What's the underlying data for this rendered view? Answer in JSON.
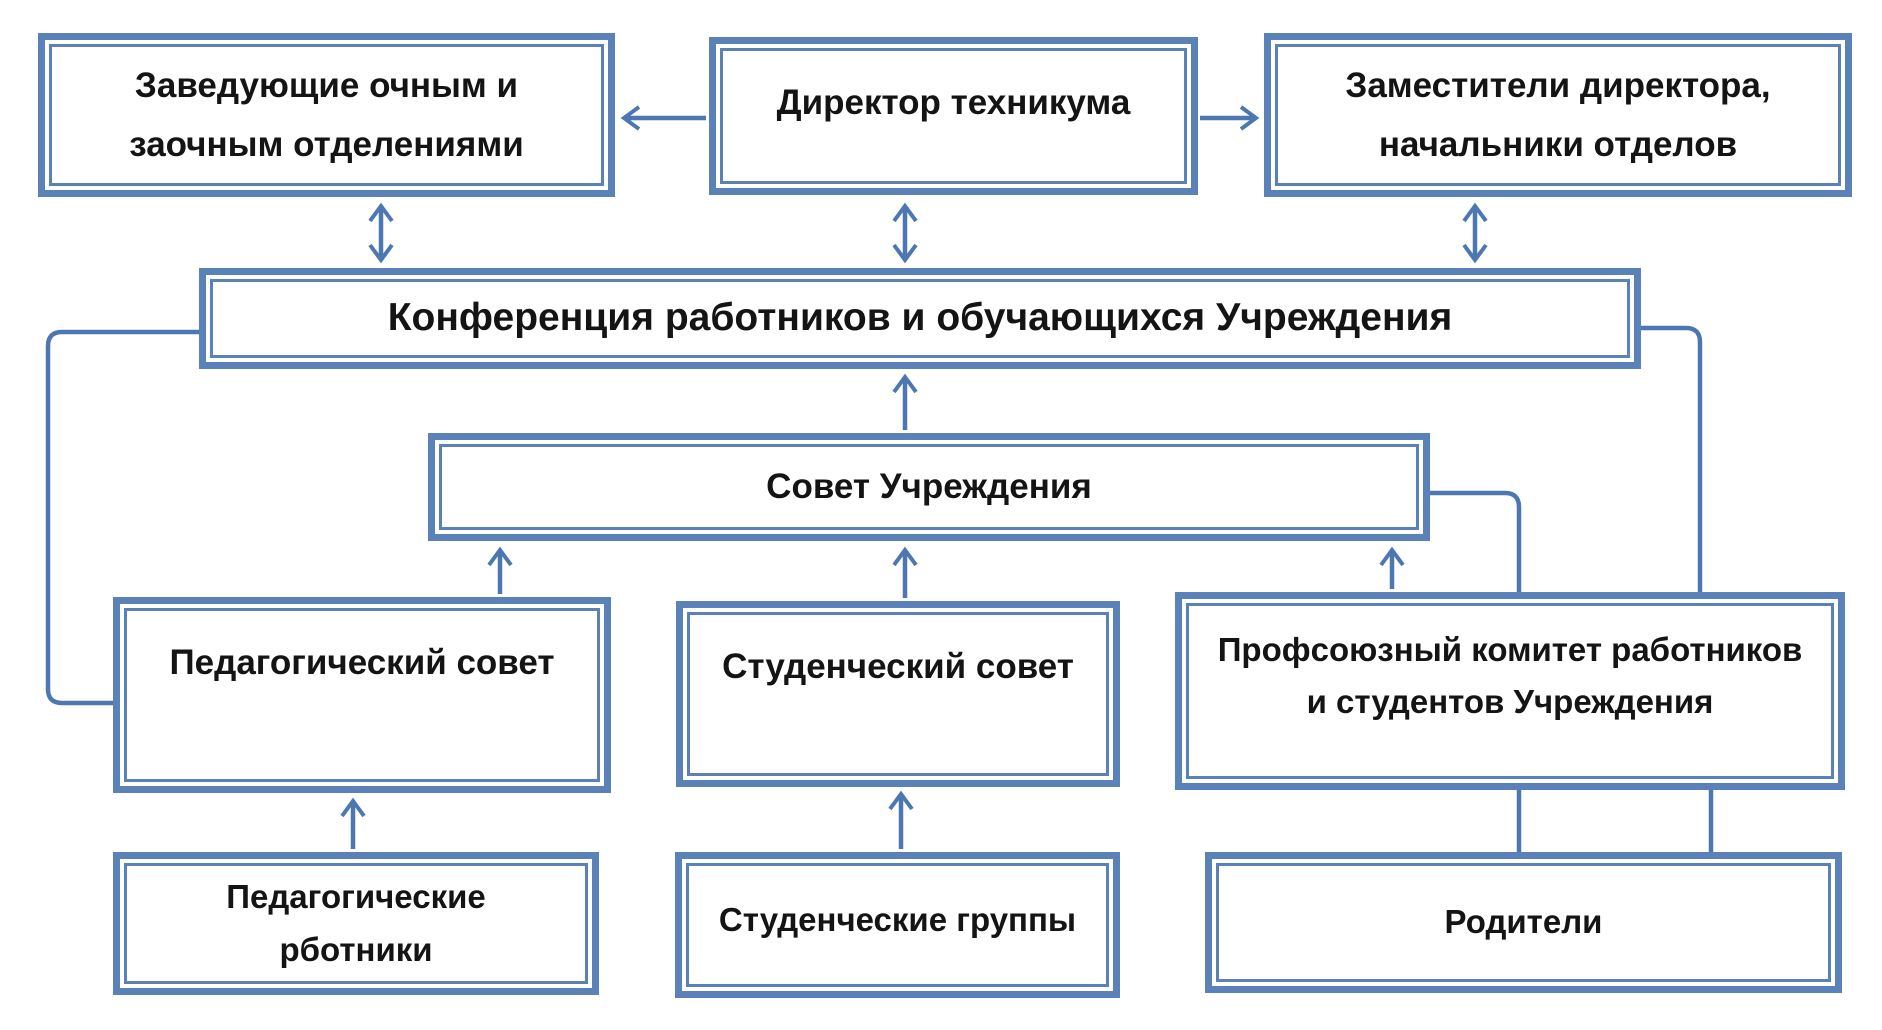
{
  "diagram": {
    "language": "ru",
    "type": "organizational-chart",
    "boxes": {
      "deans": {
        "lines": [
          "Заведующие очным и",
          "заочным отделениями"
        ]
      },
      "director": {
        "label": "Директор техникума"
      },
      "deputies": {
        "lines": [
          "Заместители директора,",
          "начальники отделов"
        ]
      },
      "conference": {
        "label": "Конференция работников и обучающихся Учреждения"
      },
      "council": {
        "label": "Совет Учреждения"
      },
      "pedagogical_council": {
        "label": "Педагогический совет"
      },
      "student_council": {
        "label": "Студенческий совет"
      },
      "union_committee": {
        "lines": [
          "Профсоюзный комитет работников",
          "и студентов Учреждения"
        ]
      },
      "pedagogical_workers": {
        "lines": [
          "Педагогические",
          "рботники"
        ]
      },
      "student_groups": {
        "label": "Студенческие группы"
      },
      "parents": {
        "label": "Родители"
      }
    },
    "relations": [
      "директор → заведующие отделениями",
      "директор → заместители директора",
      "заведующие ↔ конференция",
      "директор ↔ конференция",
      "заместители ↔ конференция",
      "совет учреждения → конференция",
      "педагогический совет → совет учреждения",
      "студенческий совет → совет учреждения",
      "профсоюзный комитет → совет учреждения",
      "педагогические работники → педагогический совет",
      "студенческие группы → студенческий совет",
      "профсоюзный комитет — родители",
      "конференция — педагогический совет",
      "конференция — профсоюзный комитет",
      "совет учреждения — профсоюзный комитет"
    ],
    "colors": {
      "border": "#5b82b8",
      "line": "#4d77b0",
      "text": "#141414",
      "background": "#ffffff"
    }
  }
}
